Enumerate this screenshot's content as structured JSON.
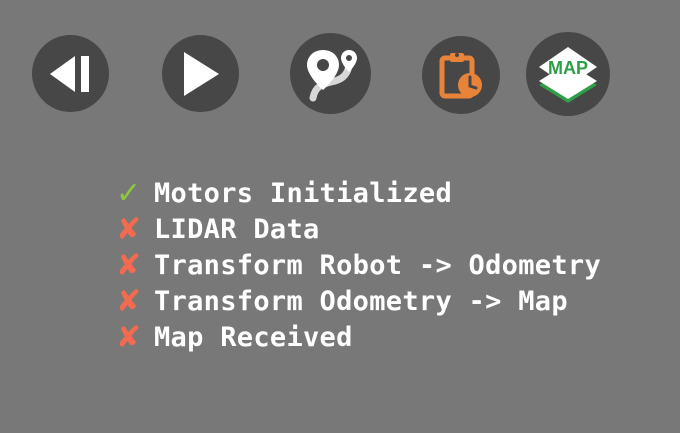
{
  "colors": {
    "background": "#787878",
    "button": "#474747",
    "ok": "#8dc63f",
    "error": "#f26b4f",
    "clipboard": "#e8833a",
    "map_green": "#2e9e48"
  },
  "toolbar": {
    "buttons": [
      {
        "icon": "skip-back-icon"
      },
      {
        "icon": "play-icon"
      },
      {
        "icon": "map-pins-icon"
      },
      {
        "icon": "clipboard-clock-icon"
      },
      {
        "icon": "map-layer-icon",
        "label": "MAP"
      }
    ]
  },
  "status": {
    "items": [
      {
        "state": "ok",
        "mark": "✓",
        "label": "Motors Initialized"
      },
      {
        "state": "error",
        "mark": "✘",
        "label": "LIDAR Data"
      },
      {
        "state": "error",
        "mark": "✘",
        "label": "Transform Robot -> Odometry"
      },
      {
        "state": "error",
        "mark": "✘",
        "label": "Transform Odometry -> Map"
      },
      {
        "state": "error",
        "mark": "✘",
        "label": "Map Received"
      }
    ]
  }
}
